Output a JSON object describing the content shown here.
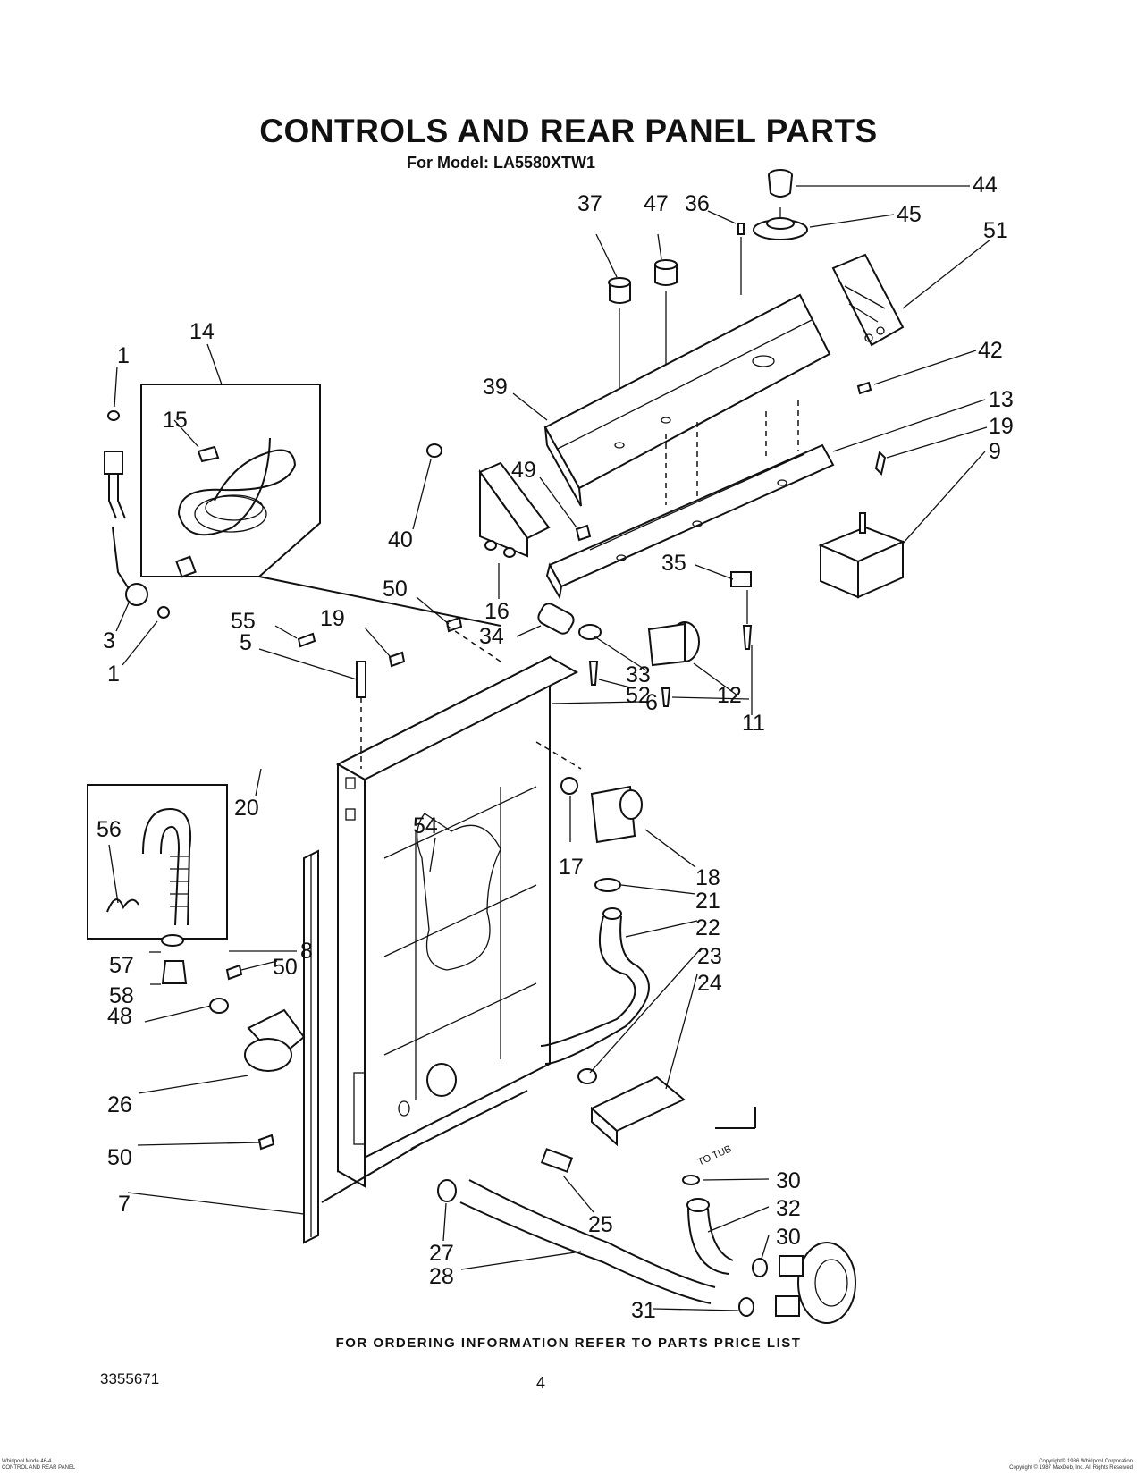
{
  "diagram": {
    "title": "CONTROLS AND REAR PANEL PARTS",
    "subtitle": "For Model: LA5580XTW1",
    "callouts": {
      "c44": "44",
      "c45": "45",
      "c51": "51",
      "c37": "37",
      "c47": "47",
      "c36": "36",
      "c14": "14",
      "c1a": "1",
      "c15": "15",
      "c42": "42",
      "c39": "39",
      "c13": "13",
      "c19a": "19",
      "c9": "9",
      "c49": "49",
      "c40": "40",
      "c16": "16",
      "c35": "35",
      "c50a": "50",
      "c55": "55",
      "c19b": "19",
      "c5": "5",
      "c34": "34",
      "c3": "3",
      "c1b": "1",
      "c33": "33",
      "c52": "52",
      "c12": "12",
      "c11": "11",
      "c6": "6",
      "c20": "20",
      "c56": "56",
      "c54": "54",
      "c17": "17",
      "c18": "18",
      "c21": "21",
      "c22": "22",
      "c8": "8",
      "c57": "57",
      "c50b": "50",
      "c23": "23",
      "c58": "58",
      "c24": "24",
      "c48": "48",
      "c26": "26",
      "c50c": "50",
      "c30a": "30",
      "c7": "7",
      "c32": "32",
      "c25": "25",
      "c30b": "30",
      "c27": "27",
      "c28": "28",
      "c31": "31"
    },
    "to_tub_label": "TO TUB",
    "footer_note": "FOR ORDERING INFORMATION REFER TO PARTS PRICE LIST",
    "doc_number": "3355671",
    "page_number": "4",
    "fine_print_left": [
      "Whirlpool Mode 46-4",
      "CONTROL AND REAR PANEL"
    ],
    "fine_print_right": [
      "Copyright© 1986 Whirlpool Corporation",
      "Copyright © 1987 MaxDeb, Inc. All Rights Reserved"
    ]
  }
}
